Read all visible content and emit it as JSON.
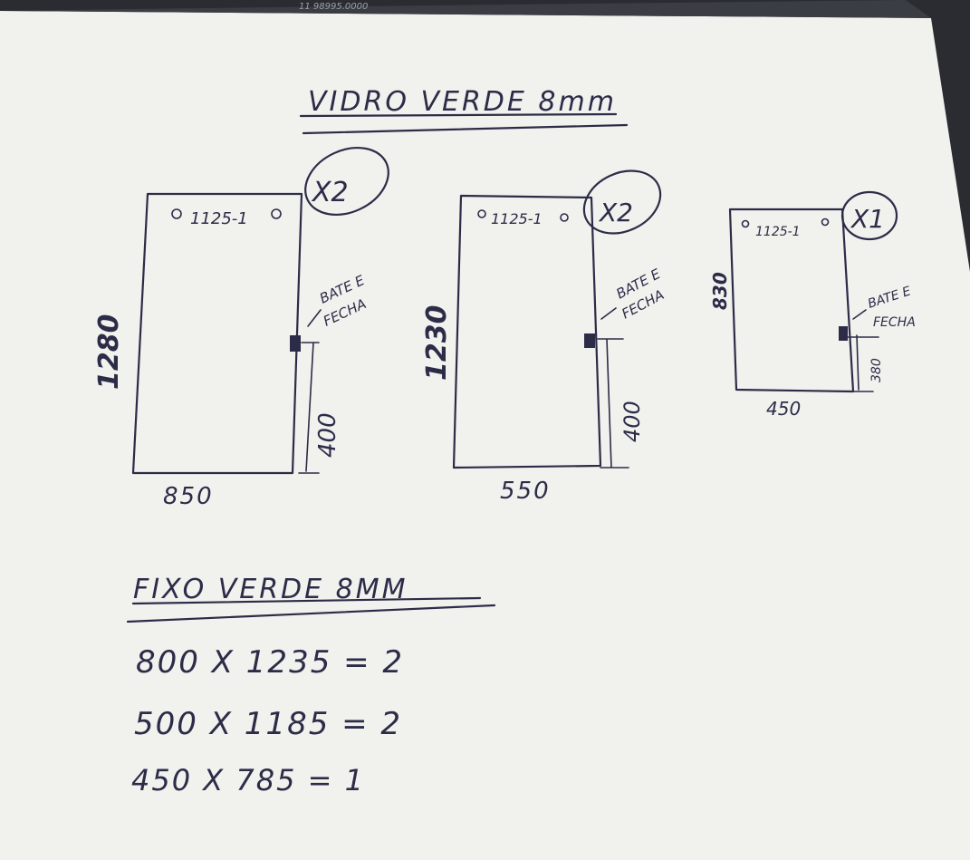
{
  "colors": {
    "paper": "#f1f1ee",
    "ink": "#2d2c48",
    "background": "#2a2c31"
  },
  "header_strip": {
    "text": "11 98995.0000"
  },
  "section1": {
    "title": "VIDRO VERDE 8mm"
  },
  "panels": [
    {
      "quantity": "X2",
      "hardware": "1125-1",
      "height": "1280",
      "width": "850",
      "note_line1": "BATE E",
      "note_line2": "FECHA",
      "lock_height": "400"
    },
    {
      "quantity": "X2",
      "hardware": "1125-1",
      "height": "1230",
      "width": "550",
      "note_line1": "BATE E",
      "note_line2": "FECHA",
      "lock_height": "400"
    },
    {
      "quantity": "X1",
      "hardware": "1125-1",
      "height": "830",
      "width": "450",
      "note_line1": "BATE E",
      "note_line2": "FECHA",
      "lock_height": "380"
    }
  ],
  "section2": {
    "title": "FIXO VERDE 8MM"
  },
  "fixed_list": [
    {
      "text": "800 X 1235 = 2"
    },
    {
      "text": "500 X 1185 = 2"
    },
    {
      "text": "450 X 785 = 1"
    }
  ]
}
